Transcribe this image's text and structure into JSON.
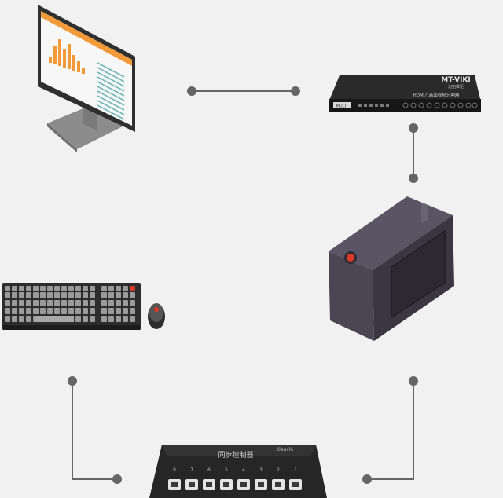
{
  "colors": {
    "background": "#f1f1f1",
    "connector": "#666666",
    "device_dark": "#1e1e1e",
    "pc_body": "#4a4654",
    "led_red": "#d93a2a",
    "chart_orange": "#f29a3a",
    "list_teal": "#6fb6b8"
  },
  "devices": {
    "monitor": {
      "icon": "monitor-icon"
    },
    "hdmi_splitter": {
      "icon": "hdmi-splitter-icon",
      "brand": "MT-VIKI",
      "brand_sub": "迈拓维矩",
      "model_text": "HDMI八画面视频分割器",
      "tag": "MULTI"
    },
    "pc_case": {
      "icon": "pc-case-icon"
    },
    "keyboard_mouse": {
      "icon": "keyboard-mouse-icon"
    },
    "usb_switch": {
      "icon": "usb-switch-icon",
      "title": "同步控制器",
      "brand": "Xlanshi",
      "port_numbers": [
        "8",
        "7",
        "6",
        "5",
        "4",
        "3",
        "2",
        "1"
      ]
    }
  }
}
